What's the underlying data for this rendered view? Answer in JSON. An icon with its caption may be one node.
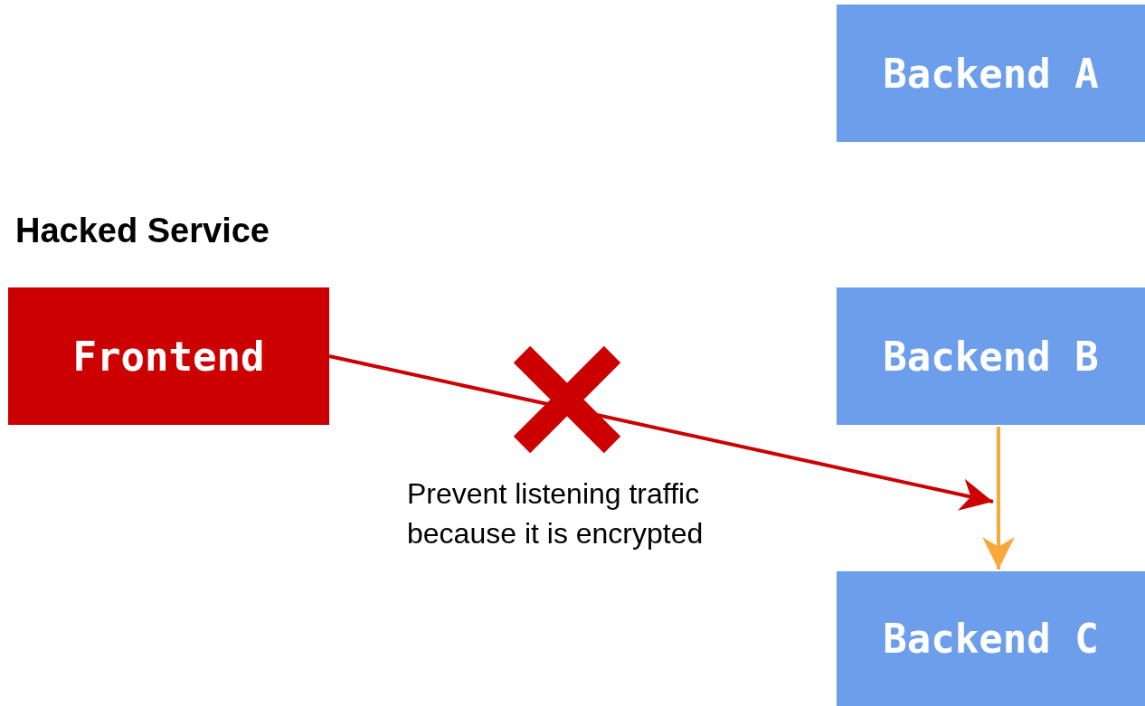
{
  "diagram": {
    "nodes": [
      {
        "text": [
          "Backend A"
        ]
      },
      {
        "text": [
          "Hacked Service",
          "Frontend"
        ]
      },
      {
        "text": [
          "Backend B"
        ]
      },
      {
        "text": [
          "Backend C"
        ]
      }
    ],
    "edges": [
      {
        "from": 1,
        "to": null,
        "arrow": "to",
        "color": "#cc0000",
        "label": "Prevent listening traffic because it is encrypted"
      },
      {
        "from": 2,
        "to": 3,
        "arrow": "to",
        "color": "#f9a93b"
      }
    ]
  }
}
